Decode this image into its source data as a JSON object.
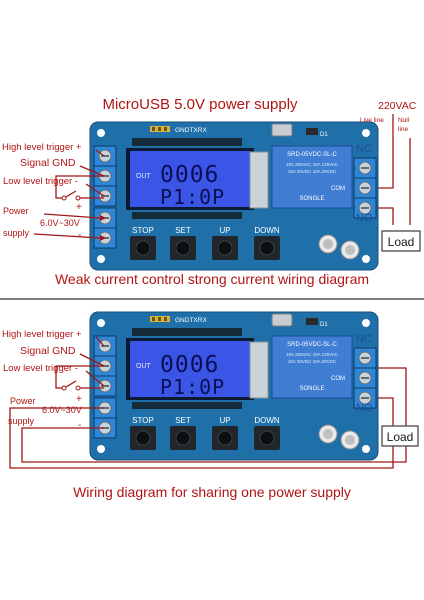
{
  "top": {
    "title": "MicroUSB 5.0V power supply",
    "caption": "Weak current control strong current wiring diagram",
    "terminals": {
      "trigger_high": "High level  trigger +",
      "signal_gnd": "Signal GND",
      "trigger_low": "Low level  trigger -",
      "power": "Power",
      "voltage": "6.0V~30V",
      "supply": "supply",
      "plus": "+",
      "minus": "-"
    },
    "ac": {
      "voltage": "220VAC",
      "live": "Live line",
      "null_line_a": "Null",
      "null_line_b": "line"
    },
    "relay": {
      "nc": "NC",
      "com": "COM",
      "no": "NO"
    },
    "load": "Load"
  },
  "bottom": {
    "caption": "Wiring diagram for sharing one power supply",
    "terminals": {
      "trigger_high": "High level  trigger +",
      "signal_gnd": "Signal GND",
      "trigger_low": "Low level  trigger -",
      "power": "Power",
      "voltage": "6.0V~30V",
      "supply": "supply",
      "plus": "+",
      "minus": "-"
    },
    "relay": {
      "nc": "NC",
      "com": "COM",
      "no": "NO"
    },
    "load": "Load"
  },
  "board": {
    "header": "GNDTXRX",
    "d1": "D1",
    "lcd": {
      "line1": "0006",
      "line2": "P1:0P",
      "out": "OUT"
    },
    "buttons": {
      "stop": "STOP",
      "set": "SET",
      "up": "UP",
      "down": "DOWN"
    },
    "relay_lines": [
      "SRD-05VDC-SL-C",
      "10A 250VAC  10A 125VAC",
      "10A 30VDC   10A 28VDC",
      "SONGLE"
    ]
  },
  "colors": {
    "pcb": "#1f6fa8",
    "lcd": "#3b56e6",
    "wire": "#a01616",
    "text_red": "#b01414",
    "relay": "#3f7ed2",
    "terminal": "#2f86d6"
  }
}
